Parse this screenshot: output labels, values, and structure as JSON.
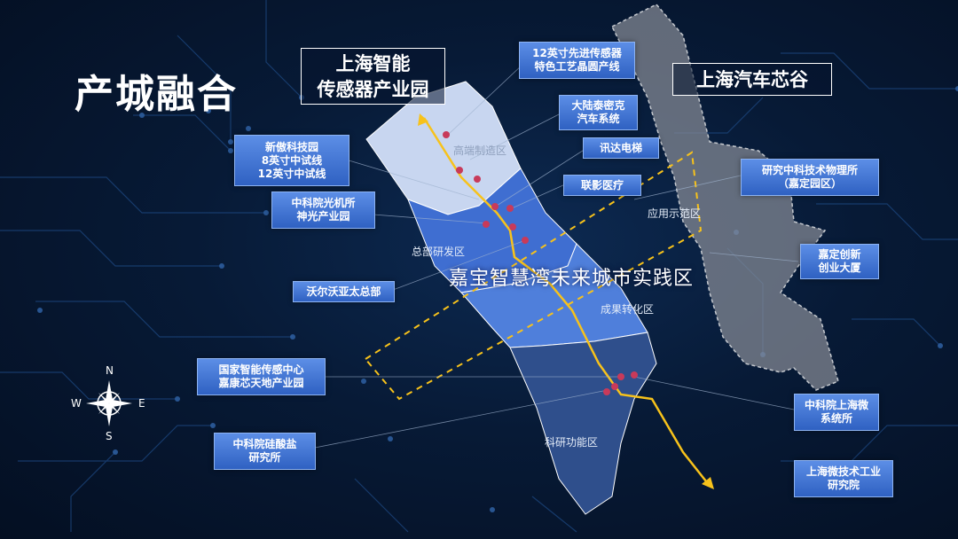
{
  "title": "产城融合",
  "park_sensor": [
    "上海智能",
    "传感器产业园"
  ],
  "park_auto": "上海汽车芯谷",
  "district_name": "嘉宝智慧湾未来城市实践区",
  "zones": {
    "high_end": "高端制造区",
    "hq_rd": "总部研发区",
    "application": "应用示范区",
    "achievement": "成果转化区",
    "research": "科研功能区"
  },
  "labels": {
    "sensor_line": [
      "12英寸先进传感器",
      "特色工艺晶圆产线"
    ],
    "continental": [
      "大陆泰密克",
      "汽车系统"
    ],
    "xunda": [
      "讯达电梯"
    ],
    "united_imaging": [
      "联影医疗"
    ],
    "xinao": [
      "新傲科技园",
      "8英寸中试线",
      "12英寸中试线"
    ],
    "cas_optics": [
      "中科院光机所",
      "神光产业园"
    ],
    "volvo": [
      "沃尔沃亚太总部"
    ],
    "national_sensor": [
      "国家智能传感中心",
      "嘉康芯天地产业园"
    ],
    "cas_silicate": [
      "中科院硅酸盐",
      "研究所"
    ],
    "cas_physics": [
      "研究中科技术物理所",
      "（嘉定园区）"
    ],
    "jiading_startup": [
      "嘉定创新",
      "创业大厦"
    ],
    "cas_sh_micro": [
      "中科院上海微",
      "系统所"
    ],
    "sh_micro_tech": [
      "上海微技术工业",
      "研究院"
    ]
  },
  "compass": {
    "n": "N",
    "s": "S",
    "e": "E",
    "w": "W"
  },
  "colors": {
    "route": "#f7c21b",
    "marker": "#c83a5a",
    "label_box": "#3d72d4",
    "zone_light": "#c8d6f0",
    "zone_mid": "#3f6ed1",
    "zone_dark": "#2f4f8c",
    "zone_gray": "#8a8f98"
  }
}
